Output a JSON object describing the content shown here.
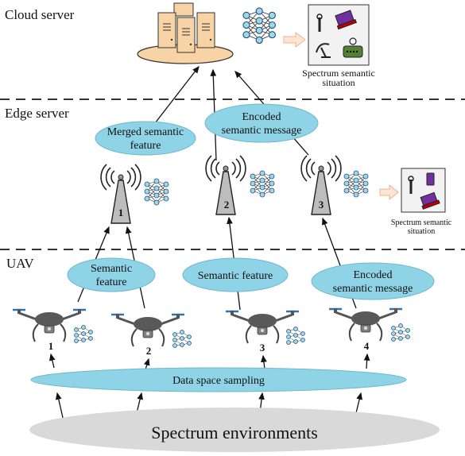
{
  "layers": {
    "cloud": "Cloud server",
    "edge": "Edge server",
    "uav": "UAV"
  },
  "cloud": {
    "situation_line1": "Spectrum semantic",
    "situation_line2": "situation"
  },
  "edge": {
    "bubble_merged_line1": "Merged semantic",
    "bubble_merged_line2": "feature",
    "bubble_encoded_line1": "Encoded",
    "bubble_encoded_line2": "semantic message",
    "tower_labels": [
      "1",
      "2",
      "3"
    ],
    "situation_line1": "Spectrum semantic",
    "situation_line2": "situation"
  },
  "uav": {
    "bubble_semantic_line1": "Semantic",
    "bubble_semantic_line2": "feature",
    "bubble_semantic_single": "Semantic feature",
    "bubble_encoded_line1": "Encoded",
    "bubble_encoded_line2": "semantic message",
    "drone_labels": [
      "1",
      "2",
      "3",
      "4"
    ]
  },
  "sampling": "Data space sampling",
  "environment": "Spectrum environments",
  "colors": {
    "bubble": "#8fd3e6",
    "bubble_stroke": "#6fb8cf",
    "server": "#f7d3a6",
    "env": "#d9d9d9",
    "node": "#9fd6ea",
    "drone": "#555555",
    "tower": "#bdbdbd"
  }
}
